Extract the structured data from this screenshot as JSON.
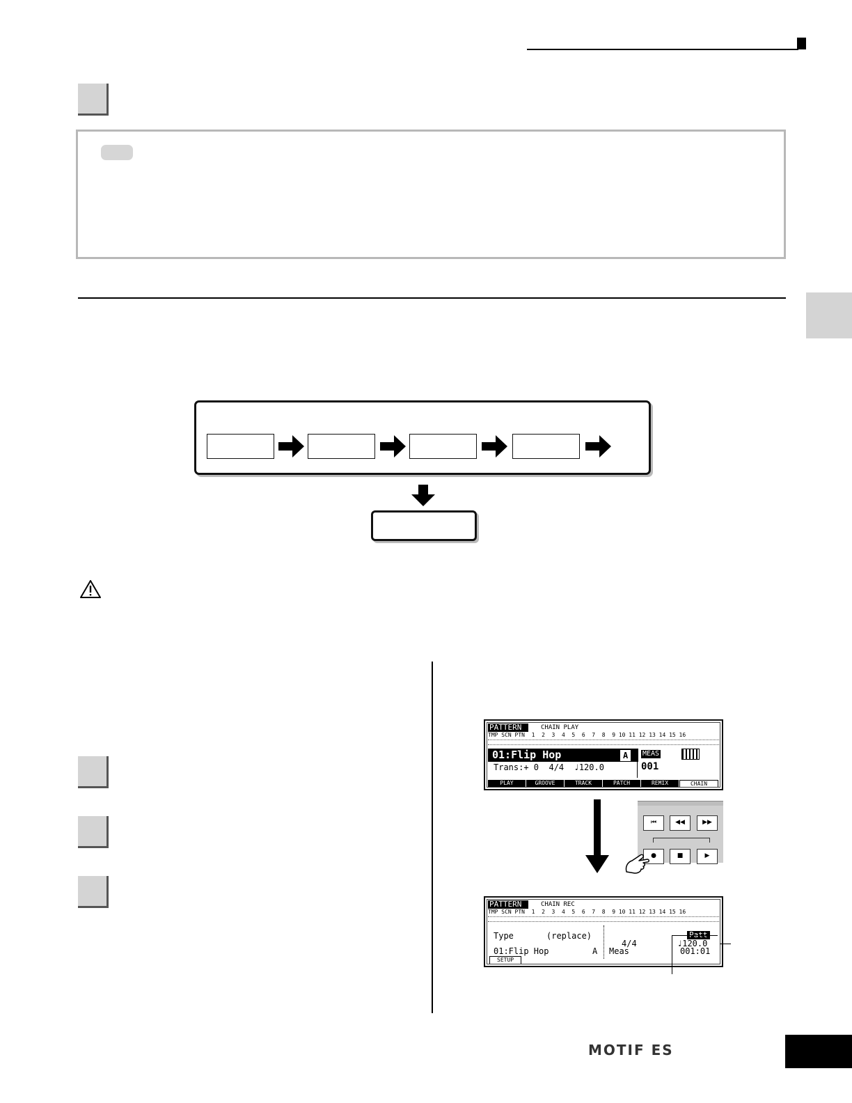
{
  "footer": {
    "logo_text": "MOTIF ES"
  },
  "lcd_play": {
    "header": "PATTERN",
    "mode": "CHAIN PLAY",
    "track_labels": "TMP SCN PTN  1  2  3  4  5  6  7  8  9 10 11 12 13 14 15 16",
    "pattern_name": "01:Flip Hop",
    "section": "A",
    "meas_label": "MEAS",
    "meas_value": "001",
    "trans_line": "Trans:+ 0  4/4  ♩120.0",
    "tabs": [
      "PLAY",
      "GROOVE",
      "TRACK",
      "PATCH",
      "REMIX",
      "CHAIN"
    ],
    "active_tab": "CHAIN"
  },
  "lcd_rec": {
    "header": "PATTERN",
    "mode": "CHAIN REC",
    "track_labels": "TMP SCN PTN  1  2  3  4  5  6  7  8  9 10 11 12 13 14 15 16",
    "type_label": "Type",
    "type_value": "(replace)",
    "pattern_line": "01:Flip Hop",
    "section": "A",
    "time_sig": "4/4",
    "meas_label": "Meas",
    "patt_label": "Patt",
    "tempo": "♩120.0",
    "position": "001:01",
    "tab": "SETUP"
  },
  "transport": {
    "buttons_top": [
      "⏮",
      "◀◀",
      "▶▶"
    ],
    "buttons_bottom": [
      "●",
      "■",
      "▶"
    ]
  }
}
